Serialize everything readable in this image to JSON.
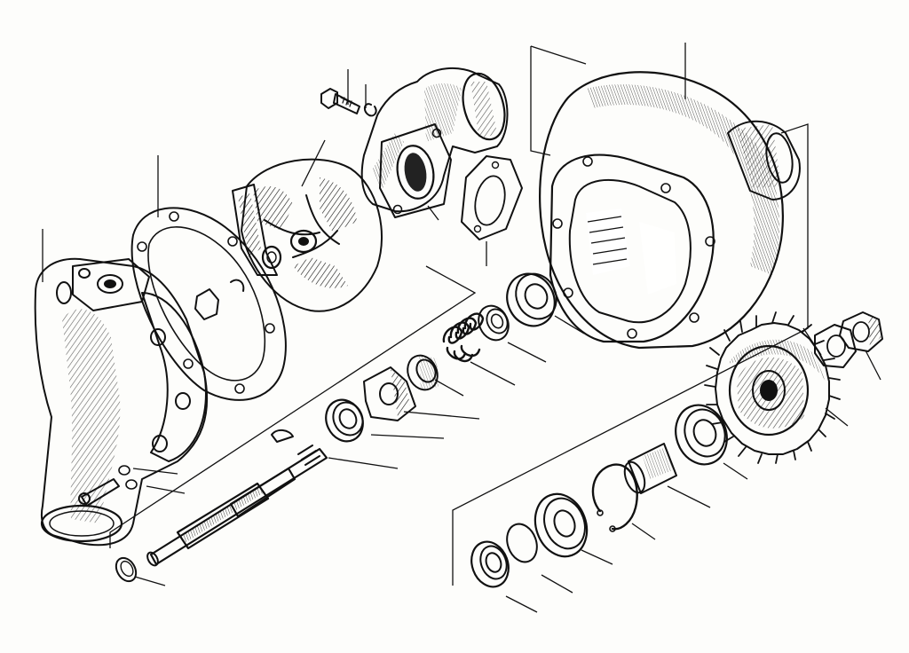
{
  "diagram": {
    "kind": "exploded-assembly",
    "labels_printed": false
  },
  "colors": {
    "ink": "#111111",
    "paper": "#fdfdfb",
    "shade": "#3a3a3a"
  },
  "parts": [
    {
      "id": "pump-housing"
    },
    {
      "id": "housing-gasket"
    },
    {
      "id": "impeller"
    },
    {
      "id": "elbow-pipe"
    },
    {
      "id": "bolt"
    },
    {
      "id": "spring-washer"
    },
    {
      "id": "flange-gasket"
    },
    {
      "id": "gear-casing"
    },
    {
      "id": "ball-bearing-large"
    },
    {
      "id": "spacer-ring"
    },
    {
      "id": "spring"
    },
    {
      "id": "bushing"
    },
    {
      "id": "lock-plate"
    },
    {
      "id": "ball-bearing-small"
    },
    {
      "id": "shaft"
    },
    {
      "id": "woodruff-key"
    },
    {
      "id": "shaft-end-ring"
    },
    {
      "id": "drive-gear"
    },
    {
      "id": "lock-washer"
    },
    {
      "id": "nut"
    },
    {
      "id": "ball-bearing-outer"
    },
    {
      "id": "sleeve"
    },
    {
      "id": "circlip"
    },
    {
      "id": "bearing-rear"
    },
    {
      "id": "thrust-washer"
    },
    {
      "id": "seal-ring"
    }
  ]
}
